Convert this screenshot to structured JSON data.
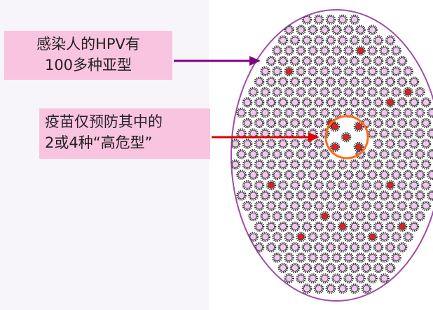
{
  "labels": {
    "box1": {
      "line1": "感染人的HPV有",
      "line2": "100多种亚型"
    },
    "box2": {
      "line1": "疫苗仅预防其中的",
      "line2": "2或4种“高危型”"
    }
  },
  "colors": {
    "box_fill": "#f9c4df",
    "arrow_purple": "#800080",
    "arrow_red": "#e00000",
    "ellipse_stroke": "#a04ca8",
    "virus_fill": "#f3c8f0",
    "virus_outline": "#333333",
    "high_risk_fill": "#e02020",
    "highlight_ring": "#ff6a1a"
  },
  "icons": {
    "virus": "virus-particle-icon",
    "high_risk_virus": "high-risk-virus-icon"
  }
}
